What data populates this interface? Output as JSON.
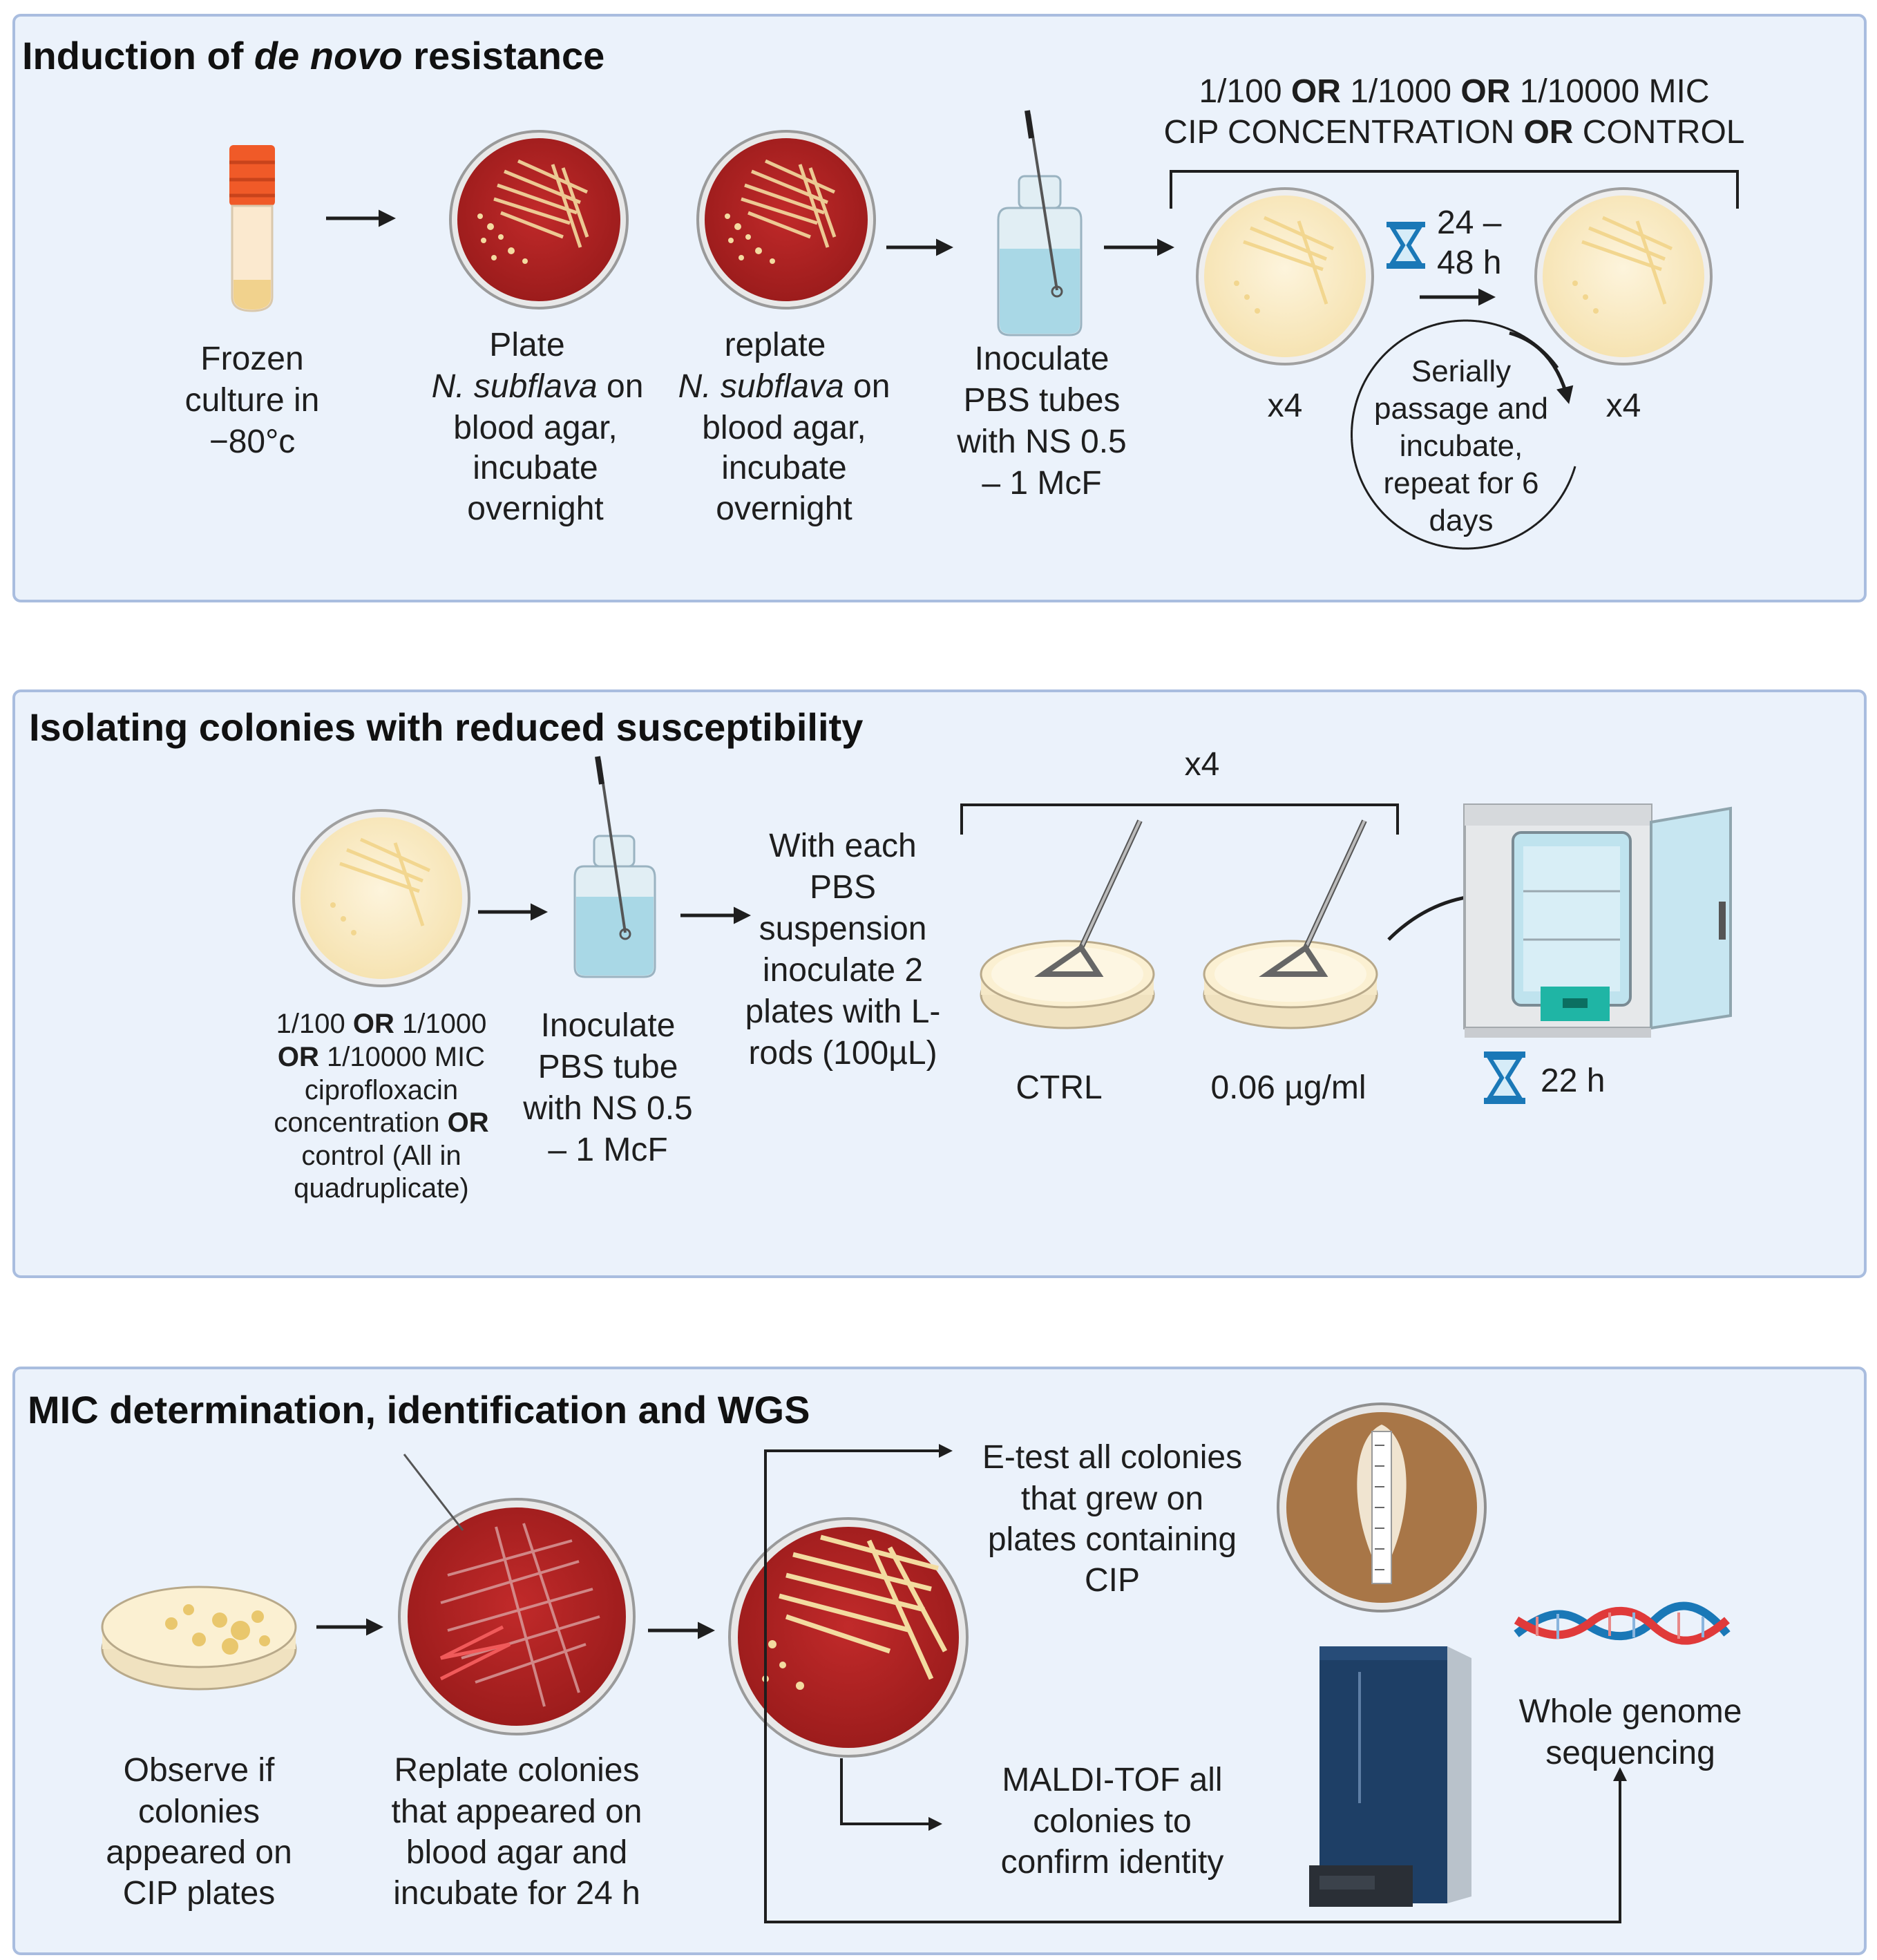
{
  "colors": {
    "panel_fill": "#ebf2fb",
    "panel_stroke": "#a9bddf",
    "blood_agar": "#b22222",
    "colony": "#f3dba0",
    "plain_agar": "#fbf0d2",
    "pbs_liquid": "#a9d8e6",
    "hourglass": "#1a78b7",
    "tube_cap": "#f05a28",
    "etest_agar": "#a87647",
    "instrument": "#1e3f66"
  },
  "icons": [
    "frozen-tube-icon",
    "blood-agar-plate-icon",
    "pbs-tube-icon",
    "agar-plate-icon",
    "hourglass-icon",
    "petri-dish-icon",
    "l-rod-icon",
    "incubator-icon",
    "etest-plate-icon",
    "maldi-tof-icon",
    "dna-helix-icon"
  ],
  "panel1": {
    "title_prefix": "Induction of ",
    "title_italic": "de novo",
    "title_suffix": " resistance",
    "conc_line1": [
      "1/100 ",
      "OR",
      " 1/1000 ",
      "OR",
      " 1/10000 MIC"
    ],
    "conc_line2": [
      "CIP CONCENTRATION ",
      "OR",
      " CONTROL"
    ],
    "step_frozen": [
      "Frozen",
      "culture in",
      "−80°c"
    ],
    "step_plate": {
      "line1": "Plate",
      "line2_italic": "N. subflava",
      "line2_rest": " on",
      "line3": "blood agar,",
      "line4": "incubate",
      "line5": "overnight"
    },
    "step_replate": {
      "line1": "replate",
      "line2_italic": "N. subflava",
      "line2_rest": " on",
      "line3": "blood agar,",
      "line4": "incubate",
      "line5": "overnight"
    },
    "step_inoculate": [
      "Inoculate",
      "PBS tubes",
      "with NS 0.5",
      "– 1 McF"
    ],
    "time_label": [
      "24 –",
      "48 h"
    ],
    "x4_left": "x4",
    "x4_right": "x4",
    "serial": [
      "Serially",
      "passage and",
      "incubate,",
      "repeat for 6",
      "days"
    ]
  },
  "panel2": {
    "title": "Isolating colonies with reduced susceptibility",
    "x4": "x4",
    "conc_lines": [
      [
        "1/100 ",
        "OR",
        " 1/1000"
      ],
      [
        "OR",
        " 1/10000 MIC"
      ],
      [
        "ciprofloxacin"
      ],
      [
        "concentration ",
        "OR"
      ],
      [
        "control (All in"
      ],
      [
        "quadruplicate)"
      ]
    ],
    "inoculate": [
      "Inoculate",
      "PBS tube",
      "with NS 0.5",
      "– 1 McF"
    ],
    "with_each": [
      "With each",
      "PBS",
      "suspension",
      "inoculate 2",
      "plates with L-",
      "rods (100µL)"
    ],
    "ctrl": "CTRL",
    "conc": "0.06 µg/ml",
    "time": "22 h"
  },
  "panel3": {
    "title": "MIC determination, identification and WGS",
    "observe": [
      "Observe if",
      "colonies",
      "appeared on",
      "CIP plates"
    ],
    "replate": [
      "Replate colonies",
      "that appeared on",
      "blood agar and",
      "incubate for 24 h"
    ],
    "etest": [
      "E-test all colonies",
      "that grew on",
      "plates containing",
      "CIP"
    ],
    "maldi": [
      "MALDI-TOF all",
      "colonies to",
      "confirm identity"
    ],
    "wgs": [
      "Whole genome",
      "sequencing"
    ]
  }
}
